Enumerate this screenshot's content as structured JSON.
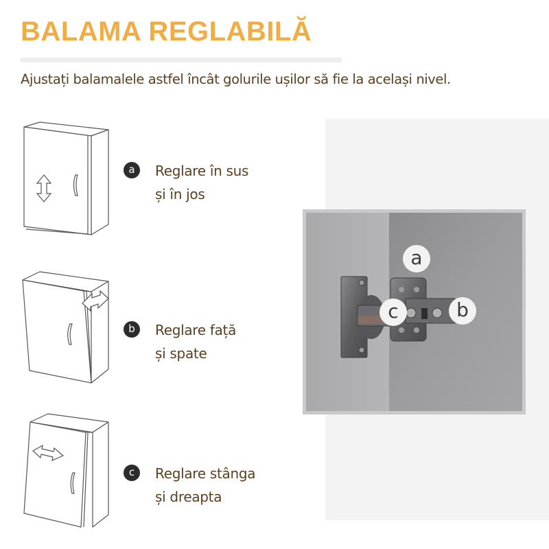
{
  "header": {
    "title": "BALAMA REGLABILĂ",
    "subtitle": "Ajustați balamalele astfel încât golurile ușilor să fie la același nivel."
  },
  "steps": [
    {
      "badge": "a",
      "line1": "Reglare în sus",
      "line2": "și în jos",
      "icon": "up-down-arrow-icon"
    },
    {
      "badge": "b",
      "line1": "Reglare față",
      "line2": "și spate",
      "icon": "front-back-arrow-icon"
    },
    {
      "badge": "c",
      "line1": "Reglare stânga",
      "line2": "și dreapta",
      "icon": "left-right-arrow-icon"
    }
  ],
  "photo": {
    "callouts": [
      {
        "label": "a"
      },
      {
        "label": "b"
      },
      {
        "label": "c"
      }
    ]
  },
  "colors": {
    "title": "#f0ad45",
    "text": "#5a4020",
    "badge": "#2c2c2c",
    "panel": "#f3f3f3"
  }
}
